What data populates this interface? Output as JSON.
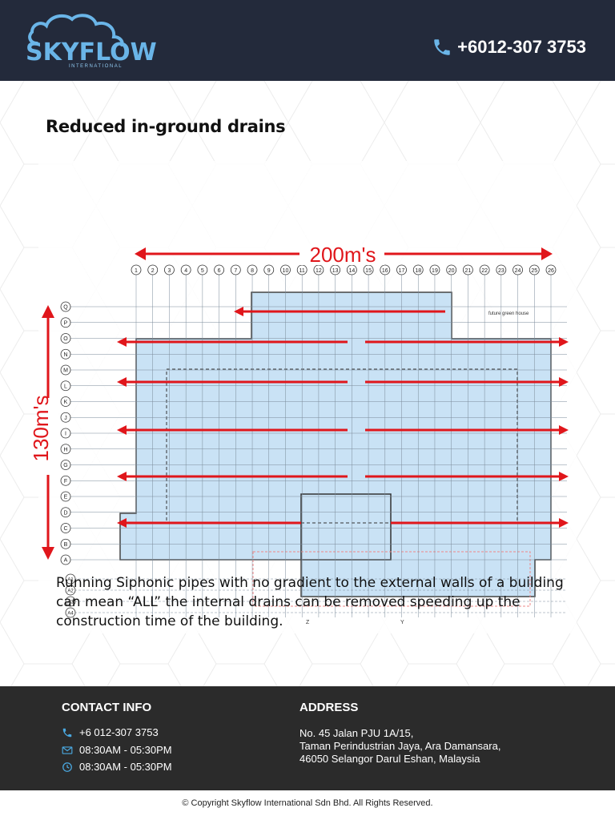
{
  "header": {
    "brand": "SKYFLOW",
    "brand_sub": "INTERNATIONAL",
    "phone": "+6012-307 3753"
  },
  "main": {
    "title": "Reduced in-ground drains",
    "drawing": {
      "width_label": "200m's",
      "height_label": "130m's",
      "column_labels": [
        "1",
        "2",
        "3",
        "4",
        "5",
        "6",
        "7",
        "8",
        "9",
        "10",
        "11",
        "12",
        "13",
        "14",
        "15",
        "16",
        "17",
        "18",
        "19",
        "20",
        "21",
        "22",
        "23",
        "24",
        "25",
        "26"
      ],
      "row_labels": [
        "Q",
        "P",
        "O",
        "N",
        "M",
        "L",
        "K",
        "J",
        "I",
        "H",
        "G",
        "F",
        "E",
        "D",
        "C",
        "B",
        "A"
      ],
      "sub_row_labels": [
        "A1",
        "A2",
        "A3",
        "A4"
      ],
      "note_future": "future green house",
      "marker_z": "Z",
      "marker_y": "Y"
    },
    "description": "Running Siphonic pipes with no gradient to the external walls of a building can mean “ALL” the internal drains can be removed speeding up the construction time of the building."
  },
  "footer": {
    "contact_title": "CONTACT INFO",
    "contact_phone": "+6 012-307 3753",
    "contact_hours_mail": "08:30AM - 05:30PM",
    "contact_hours_clock": "08:30AM - 05:30PM",
    "address_title": "ADDRESS",
    "address_line1": "No. 45 Jalan PJU 1A/15,",
    "address_line2": "Taman Perindustrian Jaya, Ara Damansara,",
    "address_line3": "46050 Selangor Darul Eshan, Malaysia"
  },
  "copyright": "© Copyright Skyflow International Sdn Bhd. All Rights Reserved.",
  "colors": {
    "header_bg": "#232a3b",
    "brand_blue": "#6ab5e8",
    "arrow_red": "#e0161b",
    "plan_fill": "#c9e2f5",
    "footer_bg": "#2b2b2b"
  }
}
